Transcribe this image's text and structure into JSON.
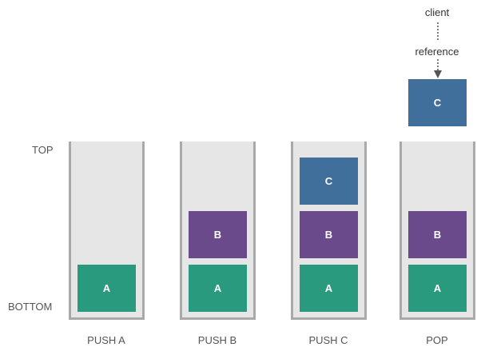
{
  "labels": {
    "top": "TOP",
    "bottom": "BOTTOM"
  },
  "colors": {
    "A": "#2a9a7f",
    "B": "#6b4a8c",
    "C": "#3f6f9a"
  },
  "stacks": [
    {
      "caption": "PUSH A",
      "blocks": [
        "A"
      ]
    },
    {
      "caption": "PUSH B",
      "blocks": [
        "A",
        "B"
      ]
    },
    {
      "caption": "PUSH C",
      "blocks": [
        "A",
        "B",
        "C"
      ]
    },
    {
      "caption": "POP",
      "blocks": [
        "A",
        "B"
      ]
    }
  ],
  "popped": {
    "label": "C"
  },
  "annotation": {
    "client": "client",
    "reference": "reference"
  }
}
